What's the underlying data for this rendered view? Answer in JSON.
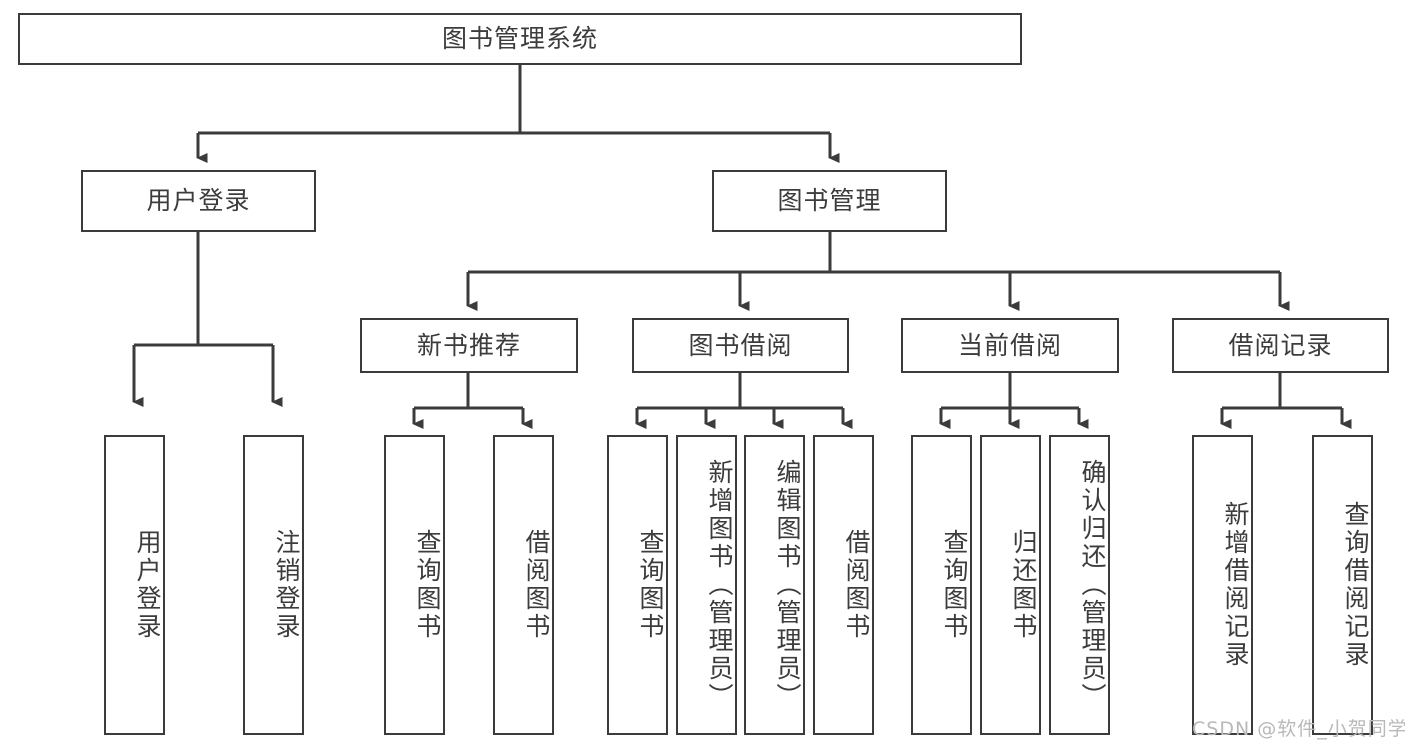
{
  "diagram": {
    "title": "图书管理系统",
    "type": "tree-hierarchy",
    "colors": {
      "background": "#ffffff",
      "box_border": "#3b3b3b",
      "connector": "#3b3b3b",
      "text": "#3c3c3c",
      "watermark": "#b9b9b9"
    },
    "root": {
      "label": "图书管理系统"
    },
    "level2": [
      {
        "label": "用户登录"
      },
      {
        "label": "图书管理"
      }
    ],
    "level3": [
      {
        "label": "新书推荐"
      },
      {
        "label": "图书借阅"
      },
      {
        "label": "当前借阅"
      },
      {
        "label": "借阅记录"
      }
    ],
    "leaves": {
      "user_login": [
        {
          "label": "用户登录"
        },
        {
          "label": "注销登录"
        }
      ],
      "new_book_recommend": [
        {
          "label": "查询图书"
        },
        {
          "label": "借阅图书"
        }
      ],
      "book_borrow": [
        {
          "label": "查询图书"
        },
        {
          "label": "新增图书（管理员）"
        },
        {
          "label": "编辑图书（管理员）"
        },
        {
          "label": "借阅图书"
        }
      ],
      "current_borrow": [
        {
          "label": "查询图书"
        },
        {
          "label": "归还图书"
        },
        {
          "label": "确认归还（管理员）"
        }
      ],
      "borrow_record": [
        {
          "label": "新增借阅记录"
        },
        {
          "label": "查询借阅记录"
        }
      ]
    },
    "watermark": "CSDN @软件_小贺同学"
  }
}
